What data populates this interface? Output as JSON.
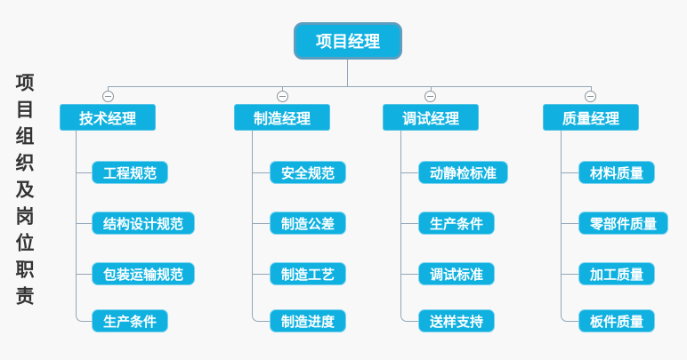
{
  "title": {
    "text": "项目组织及岗位职责"
  },
  "root": {
    "label": "项目经理"
  },
  "branches": [
    {
      "label": "技术经理",
      "children": [
        "工程规范",
        "结构设计规范",
        "包装运输规范",
        "生产条件"
      ]
    },
    {
      "label": "制造经理",
      "children": [
        "安全规范",
        "制造公差",
        "制造工艺",
        "制造进度"
      ]
    },
    {
      "label": "调试经理",
      "children": [
        "动静检标准",
        "生产条件",
        "调试标准",
        "送样支持"
      ]
    },
    {
      "label": "质量经理",
      "children": [
        "材料质量",
        "零部件质量",
        "加工质量",
        "板件质量"
      ]
    }
  ],
  "icons": {
    "collapse": "minus-circle"
  },
  "colors": {
    "background": "#f8f8f8",
    "node_fill": "#10b1e0",
    "root_border": "#5c9dc0",
    "leaf_border": "#7fd4ee",
    "connector": "#94a6b8",
    "collapse_icon": "#8a9299",
    "title_text": "#333333",
    "node_text": "#ffffff"
  }
}
